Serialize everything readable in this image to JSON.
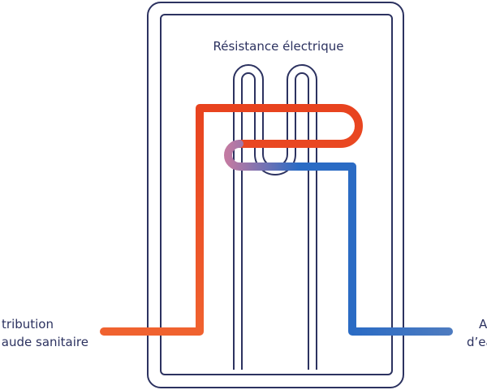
{
  "labels": {
    "heater": "Résistance électrique",
    "hot_line1": "tribution",
    "hot_line2": "aude sanitaire",
    "cold_line1": "A",
    "cold_line2": "d’ea"
  },
  "colors": {
    "outline": "#2c3260",
    "hot": "#f0622f",
    "hot_deep": "#e8431f",
    "warm": "#c27aa2",
    "cold": "#2a6bc4",
    "cold_light": "#4d7bc0",
    "background": "#ffffff"
  }
}
